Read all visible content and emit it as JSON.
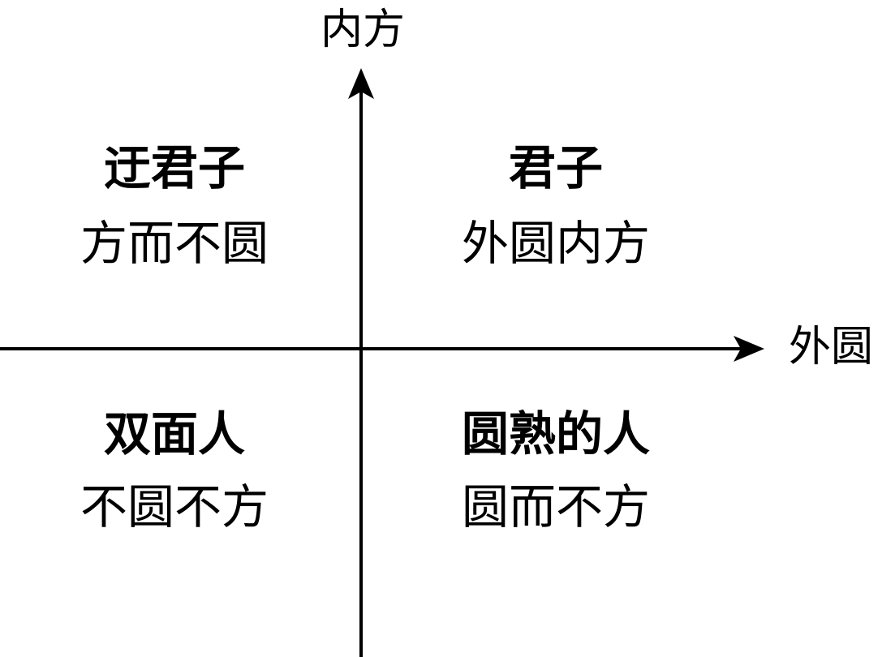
{
  "axes": {
    "y_label": "内方",
    "x_label": "外圆"
  },
  "quadrants": {
    "top_left": {
      "title": "迂君子",
      "subtitle": "方而不圆"
    },
    "top_right": {
      "title": "君子",
      "subtitle": "外圆内方"
    },
    "bottom_left": {
      "title": "双面人",
      "subtitle": "不圆不方"
    },
    "bottom_right": {
      "title": "圆熟的人",
      "subtitle": "圆而不方"
    }
  },
  "colors": {
    "stroke": "#000000",
    "background": "#ffffff"
  }
}
